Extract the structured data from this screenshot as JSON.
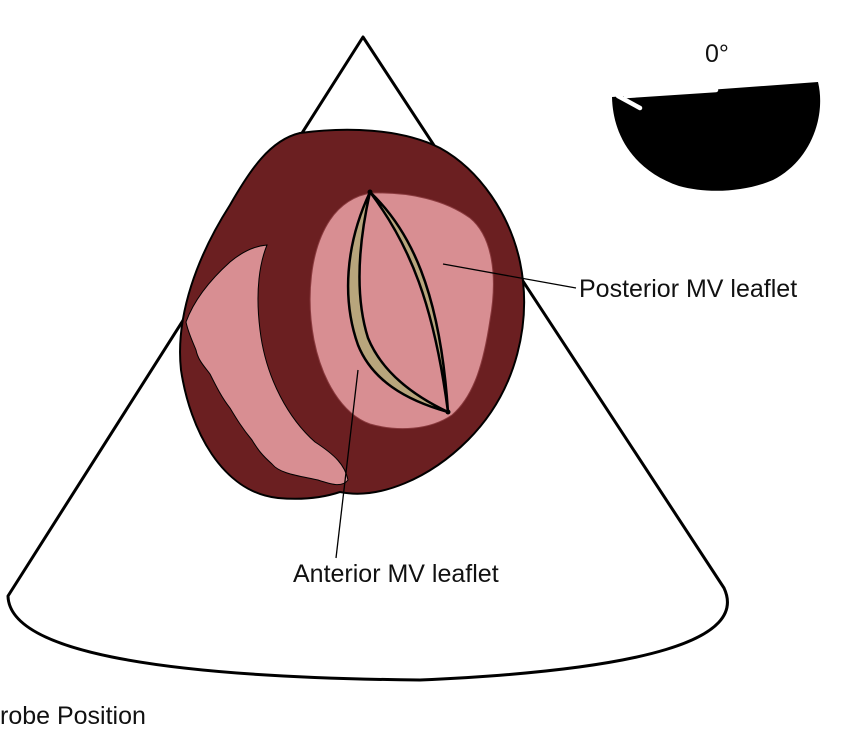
{
  "labels": {
    "posterior": "Posterior MV leaflet",
    "anterior": "Anterior MV leaflet",
    "angle": "0°",
    "probe_position": "robe Position"
  },
  "colors": {
    "myocardium": "#6b1f21",
    "cavity": "#d88e92",
    "leaflet": "#b8a57c",
    "outline": "#000000",
    "background": "#ffffff"
  },
  "icons": {
    "probe_indicator": "semicircle-arrow-icon"
  }
}
